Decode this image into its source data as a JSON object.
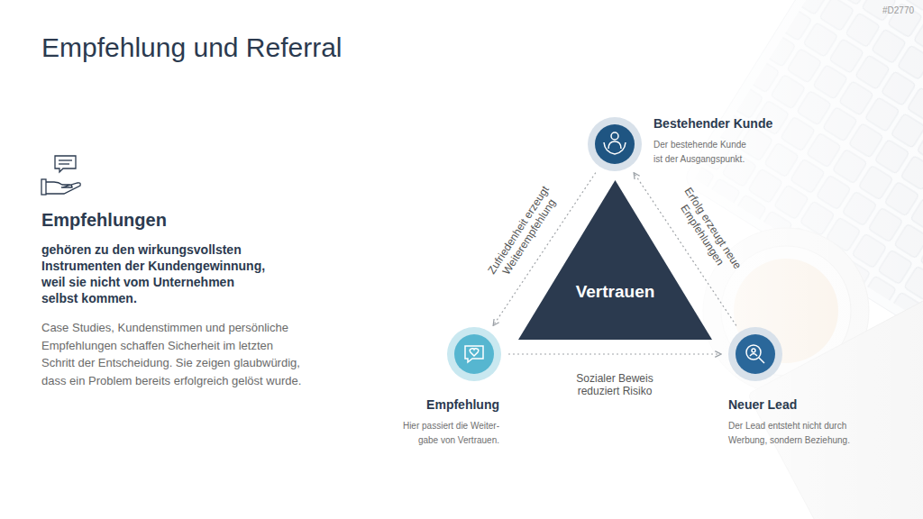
{
  "diagram": {
    "title": "Empfehlung und Referral",
    "nodes": [
      {
        "text": [
          "Bestehender Kunde",
          "Der bestehende Kunde ist der Ausgangspunkt."
        ]
      },
      {
        "text": [
          "Vertrauen"
        ]
      },
      {
        "text": [
          "Empfehlung",
          "Hier passiert die Weiter- gabe von Vertrauen."
        ]
      },
      {
        "text": [
          "Neuer Lead",
          "Der Lead entsteht nicht durch Werbung, sondern Beziehung."
        ]
      }
    ],
    "edges": [
      {
        "from": 0,
        "to": 2,
        "arrow": "to",
        "label": "Zufriedenheit erzeugt Weiterempfehlung"
      },
      {
        "from": 2,
        "to": 3,
        "arrow": "to",
        "label": "Sozialer Beweis reduziert Risiko"
      },
      {
        "from": 3,
        "to": 0,
        "arrow": "to",
        "label": "Erfolg erzeugt neue Empfehlungen"
      }
    ],
    "labels": [
      "#D2770",
      "Empfehlungen",
      "gehören zu den wirkungsvollsten Instrumenten der Kundengewinnung, weil sie nicht vom Unternehmen selbst kommen.",
      "Case Studies, Kundenstimmen und persönliche Empfehlungen schaffen Sicherheit im letzten Schritt der Entscheidung. Sie zeigen glaubwürdig, dass ein Problem bereits erfolgreich gelöst wurde."
    ]
  }
}
